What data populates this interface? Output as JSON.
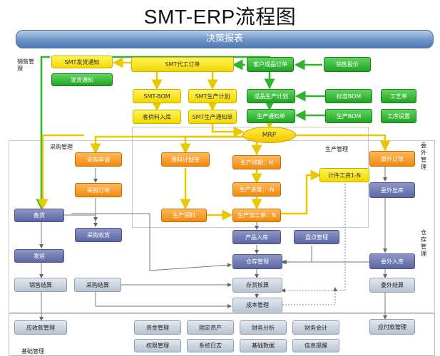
{
  "title": "SMT-ERP流程图",
  "banner": "决策报表",
  "labels": {
    "sales": "销售管理",
    "purchase": "采购管理",
    "production": "生产管理",
    "outsource": "委外管理",
    "warehouse": "仓存管理",
    "base": "基础管理"
  },
  "nodes": {
    "smt_ship_notice": "SMT发货通知",
    "ship_notice": "发货通知",
    "smt_order": "SMT代工订单",
    "customer_order": "客户成品订单",
    "sales_quote": "销售报价",
    "smt_bom": "SMT-BOM",
    "smt_plan": "SMT生产计划",
    "finished_plan": "成品生产计划",
    "std_bom": "标准BOM",
    "process_sheet": "工艺单",
    "customer_stockin": "客供料入库",
    "smt_prod_notice": "SMT生产通知单",
    "prod_notice": "生产通知单",
    "prod_bom": "生产BOM",
    "process_setup": "工序设置",
    "mrp": "MRP",
    "purchase_request": "采购申请",
    "material_plan": "用料计划单",
    "prod_schedule": "生产排期：N",
    "outsource_order": "委外订单",
    "work_hours": "计件工资1-N",
    "purchase_order": "采购订单",
    "prod_progress": "生产进度：-N",
    "outsource_out": "委外出库",
    "stock_prep": "备货",
    "prod_material": "生产领料",
    "prod_process": "生产加工单：N",
    "purchase_receive": "采购收货",
    "product_stockin": "产品入库",
    "inventory_check": "盘点管理",
    "delivery": "发运",
    "warehouse_mgmt": "仓存管理",
    "outsource_in": "委外入库",
    "sales_settle": "销售结算",
    "purchase_settle": "采购结算",
    "stock_accounting": "存货核算",
    "outsource_settle": "委外结算",
    "cost_mgmt": "成本管理",
    "ar_mgmt": "应收款管理",
    "fund_mgmt": "资金管理",
    "fixed_assets": "固定资产",
    "fin_analysis": "财务分析",
    "fin_accounting": "财务会计",
    "ap_mgmt": "应付款管理",
    "permission_mgmt": "权限管理",
    "system_log": "系统日志",
    "base_data": "基础数据",
    "info_alert": "信息提醒"
  },
  "colors": {
    "yellow": "#f2d800",
    "green": "#22a322",
    "orange": "#f08a10",
    "purple": "#5d67a3",
    "gray": "#b8c4d2",
    "banner": "#6b93c6"
  }
}
